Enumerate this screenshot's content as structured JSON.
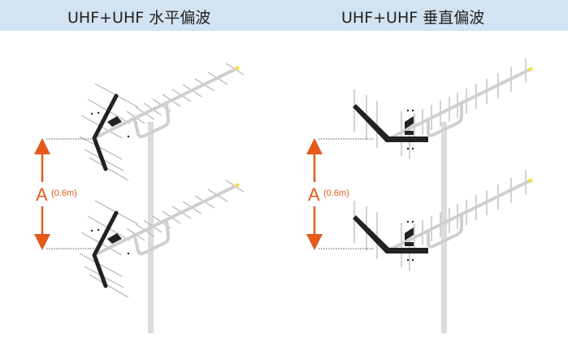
{
  "panels": [
    {
      "title": "UHF+UHF 水平偏波",
      "polarization": "horizontal"
    },
    {
      "title": "UHF+UHF 垂直偏波",
      "polarization": "vertical"
    }
  ],
  "spacing": {
    "label": "A",
    "value": "(0.6m)"
  },
  "colors": {
    "header_bg": "#d2e3f1",
    "accent": "#e35a1c",
    "element": "#c8c8c8",
    "dipole": "#222222",
    "tip": "#f2e04a"
  }
}
